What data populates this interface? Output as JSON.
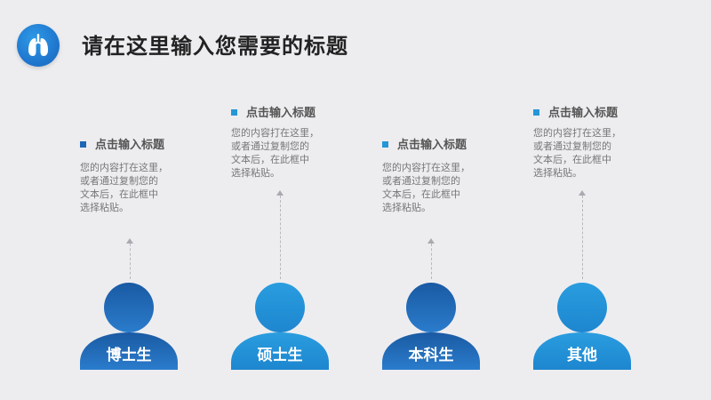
{
  "title": "请在这里输入您需要的标题",
  "logo": {
    "icon": "lungs-icon"
  },
  "items": [
    {
      "heading": "点击输入标题",
      "text": [
        "您的内容打在这里，",
        "或者通过复制您的",
        "文本后，在此框中",
        "选择粘贴。"
      ],
      "label": "博士生",
      "color": "#1f66b4"
    },
    {
      "heading": "点击输入标题",
      "text": [
        "您的内容打在这里，",
        "或者通过复制您的",
        "文本后，在此框中",
        "选择粘贴。"
      ],
      "label": "硕士生",
      "color": "#2596d8"
    },
    {
      "heading": "点击输入标题",
      "text": [
        "您的内容打在这里，",
        "或者通过复制您的",
        "文本后，在此框中",
        "选择粘贴。"
      ],
      "label": "本科生",
      "color": "#1f66b4"
    },
    {
      "heading": "点击输入标题",
      "text": [
        "您的内容打在这里，",
        "或者通过复制您的",
        "文本后，在此框中",
        "选择粘贴。"
      ],
      "label": "其他",
      "color": "#2596d8"
    }
  ]
}
